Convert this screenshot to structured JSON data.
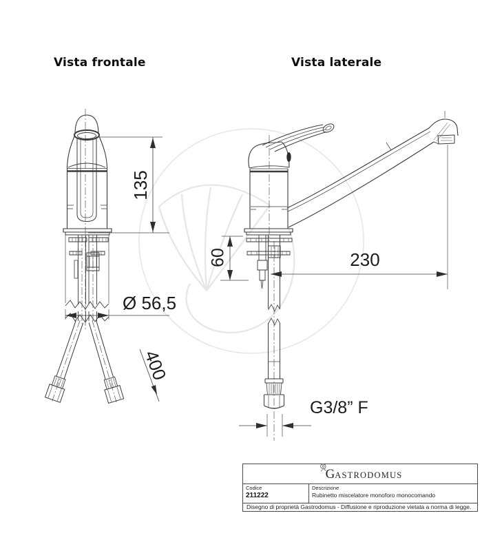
{
  "views": {
    "front": {
      "title": "Vista frontale"
    },
    "side": {
      "title": "Vista laterale"
    }
  },
  "dimensions": {
    "front_height_mm": "135",
    "base_diameter": "Ø 56,5",
    "hose_length_mm": "400",
    "under_counter_height_mm": "60",
    "spout_reach_mm": "230",
    "connection_thread": "G3/8” F"
  },
  "title_block": {
    "brand_initial": "G",
    "brand_rest": "ASTRODOMUS",
    "code_label": "Codice",
    "code_value": "211222",
    "description_label": "Descrizione",
    "description_value": "Rubinetto miscelatore monoforo monocomando",
    "legal_notice": "Disegno di proprietà Gastrodomus -  Diffusione e riproduzione vietata a norma di legge."
  },
  "icons": {
    "logo_flower": "rose-sketch-icon"
  },
  "colors": {
    "line": "#3a3a3a",
    "text": "#111111",
    "watermark": "#e7e7e7",
    "background": "#ffffff"
  }
}
